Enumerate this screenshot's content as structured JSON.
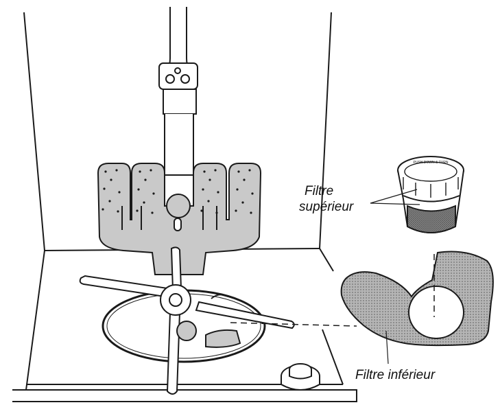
{
  "labels": {
    "upper_filter_line1": "Filtre",
    "upper_filter_line2": "supérieur",
    "lower_filter": "Filtre inférieur",
    "upper_filter_embossed": "PUSH DOWN & TURN"
  },
  "colors": {
    "outline": "#1a1a1a",
    "panel_gray": "#c9c9c9",
    "mesh_gray": "#9a9a9a",
    "background": "#ffffff"
  }
}
